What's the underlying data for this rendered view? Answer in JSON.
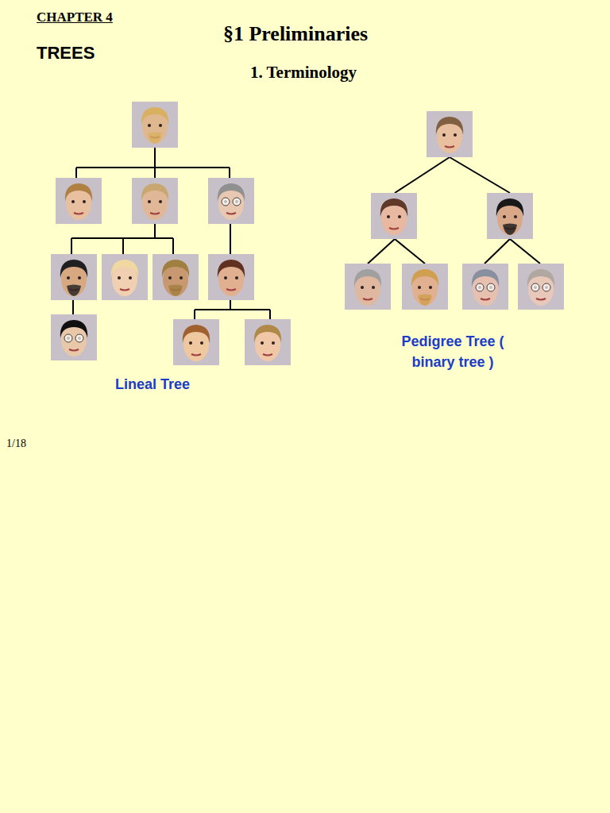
{
  "diagram": {
    "title": "§1 Preliminaries",
    "labels": [
      "CHAPTER 4",
      "TREES",
      "1. Terminology",
      "Lineal Tree",
      "Pedigree Tree ( binary tree )",
      "1/18"
    ]
  }
}
